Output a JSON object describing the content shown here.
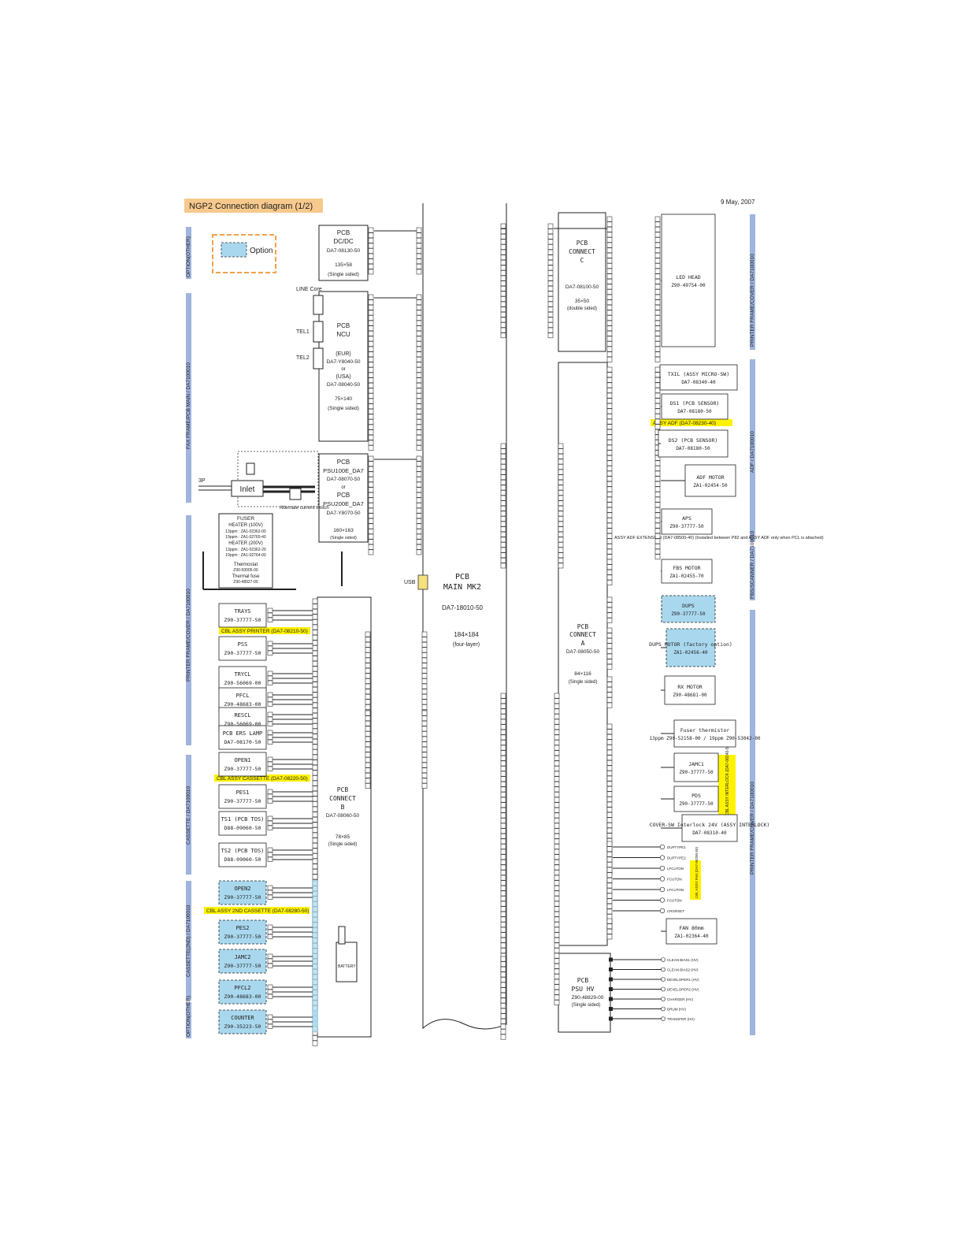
{
  "header": {
    "title": "NGP2 Connection diagram (1/2)",
    "date": "9 May, 2007"
  },
  "legend": {
    "option_label": "Option"
  },
  "side_labels": {
    "left": [
      "OPTION(OTHER)",
      "FAX FRAME/PCB MAIN / DA7100010",
      "PRINTER FRAME/COVER / DA7100010",
      "CASSETTE / DA7100010",
      "CASSETTE(2ND) / DA7100010",
      "OPTION(OTHER)"
    ],
    "right": [
      "PRINTER FRAME/COVER / DA7100010",
      "ADF / DA7100010",
      "FBS/SCANNER / DA7100010",
      "PRINTER FRAME/COVER / DA7100010"
    ]
  },
  "boards": {
    "dcdc": {
      "lines": [
        "PCB",
        "DC/DC",
        "DA7-08130-50",
        "135×58",
        "(Single sided)"
      ]
    },
    "ncu": {
      "lines": [
        "PCB",
        "NCU",
        "(EUR)",
        "DA7-Y8040-50",
        "or",
        "(USA)",
        "DA7-08040-50",
        "75×140",
        "(Single sided)"
      ]
    },
    "psu": {
      "lines": [
        "PCB",
        "PSU100E_DA7",
        "DA7-08070-50",
        "or",
        "PCB",
        "PSU200E_DA7",
        "DA7-Y8070-50",
        "160×163",
        "(Single sided)"
      ]
    },
    "main": {
      "lines": [
        "PCB",
        "MAIN MK2",
        "DA7-18010-50",
        "184×184",
        "(four-layer)"
      ]
    },
    "connect_c": {
      "lines": [
        "PCB",
        "CONNECT",
        "C",
        "DA7-08100-50",
        "35×50",
        "(double sided)"
      ]
    },
    "connect_a": {
      "lines": [
        "PCB",
        "CONNECT",
        "A",
        "DA7-08050-50",
        "84×116",
        "(Single sided)"
      ]
    },
    "connect_b": {
      "lines": [
        "PCB",
        "CONNECT",
        "B",
        "DA7-08060-50",
        "78×85",
        "(Single sided)"
      ]
    },
    "psu_hv": {
      "lines": [
        "PCB",
        "PSU HV",
        "Z90-48829-00",
        "(Single sided)"
      ]
    }
  },
  "top_left": {
    "line_core": "LINE Core",
    "tel1": "TEL1",
    "tel2": "TEL2",
    "inlet": "Inlet",
    "plug_3p": "3P",
    "alt_switch": "Alternate current switch",
    "usb": "USB",
    "fuser_lines": [
      "FUSER",
      "HEATER (100V)",
      "13ppm : ZA1-02362-00",
      "19ppm : ZA1-02765-40",
      "HEATER (200V)",
      "13ppm : ZA1-02362-20",
      "19ppm : ZA1-02764-00",
      "Thermostat",
      "Z90-50005-00",
      "Thermal fuse",
      "Z90-48927-00"
    ]
  },
  "left_components": [
    {
      "name": "TRAYS",
      "part": "Z90-37777-50",
      "option": false
    },
    {
      "name": "PSS",
      "part": "Z90-37777-50",
      "option": false
    },
    {
      "name": "TRYCL",
      "part": "Z90-56069-00",
      "option": false
    },
    {
      "name": "PFCL",
      "part": "Z90-48683-00",
      "option": false
    },
    {
      "name": "RESCL",
      "part": "Z90-56069-00",
      "option": false
    },
    {
      "name": "PCB ERS LAMP",
      "part": "DA7-08170-50",
      "option": false
    },
    {
      "name": "OPEN1",
      "part": "Z90-37777-50",
      "option": false
    },
    {
      "name": "PES1",
      "part": "Z90-37777-50",
      "option": false
    },
    {
      "name": "TS1 (PCB TOS)",
      "part": "D88-09060-50",
      "option": false
    },
    {
      "name": "TS2 (PCB TOS)",
      "part": "D88-09060-50",
      "option": false
    },
    {
      "name": "OPEN2",
      "part": "Z90-37777-50",
      "option": true
    },
    {
      "name": "PES2",
      "part": "Z90-37777-50",
      "option": true
    },
    {
      "name": "JAMC2",
      "part": "Z90-37777-50",
      "option": true
    },
    {
      "name": "PFCL2",
      "part": "Z90-48683-00",
      "option": true
    },
    {
      "name": "COUNTER",
      "part": "Z90-35223-50",
      "option": true
    }
  ],
  "cable_labels": [
    "CBL ASSY PRINTER (DA7-08210-50)",
    "CBL ASSY CASSETTE (DA7-08220-50)",
    "CBL ASSY 2ND CASSETTE (DA7-08280-50)",
    "ASSY ADF (DA7-08230-40)",
    "CBL ASSY INTERLOCK (DA7-08240-50)",
    "CBL ASSY FAN (DA7-08290-50)"
  ],
  "right_components": [
    {
      "name": "LED HEAD",
      "part": "Z90-49754-00",
      "option": false
    },
    {
      "name": "TXIL (ASSY MICRO-SW)",
      "part": "DA7-08340-40",
      "option": false
    },
    {
      "name": "DS1 (PCB SENSOR)",
      "part": "DA7-08180-50",
      "option": false
    },
    {
      "name": "DS2 (PCB SENSOR)",
      "part": "DA7-08180-50",
      "option": false
    },
    {
      "name": "ADF MOTOR",
      "part": "ZA1-02454-50",
      "option": false
    },
    {
      "name": "APS",
      "part": "Z90-37777-50",
      "option": false
    },
    {
      "name": "FBS MOTOR",
      "part": "ZA1-02455-70",
      "option": false
    },
    {
      "name": "DUPS",
      "part": "Z90-37777-50",
      "option": true
    },
    {
      "name": "DUPS MOTOR (factory option)",
      "part": "ZA1-02456-40",
      "option": true
    },
    {
      "name": "RX MOTOR",
      "part": "Z90-48681-00",
      "option": false
    },
    {
      "name": "Fuser thermistor",
      "part": "13ppm Z90-52158-00 / 19ppm Z90-53042-00",
      "option": false
    },
    {
      "name": "JAMC1",
      "part": "Z90-37777-50",
      "option": false
    },
    {
      "name": "PDS",
      "part": "Z90-37777-50",
      "option": false
    },
    {
      "name": "COVER-SW Interlock 24V (ASSY INTERLOCK)",
      "part": "DA7-08310-40",
      "option": false
    },
    {
      "name": "FAN 80mm",
      "part": "ZA1-02364-40",
      "option": false
    }
  ],
  "hv_outputs": [
    "CLEAN BIAS1 (HV)",
    "CLEAN BIAS2 (HV)",
    "DEVELOPER1 (HV)",
    "DEVELOPER2 (HV)",
    "CHARGER (HV)",
    "DRUM (HV)",
    "TRANSFER (HV)"
  ],
  "fan_signals": [
    "DUPTYPE1",
    "DUPTYPE2",
    "LFCUTON",
    "FCUTON",
    "LFCUTON",
    "FCUTON",
    "CRGRSET"
  ],
  "adf_extension_note": "ASSY ADF EXTENSION (DA7-08500-40) (Installed between P82 and ASSY ADF only when PCL is attached)",
  "colors": {
    "option_fill": "#a9d8ee",
    "option_border": "#f0a24a",
    "title_bar": "#f7c98c",
    "cable_highlight": "#fff200",
    "side_band": "#9fb4de",
    "connector_tag": "#f5c38f"
  }
}
